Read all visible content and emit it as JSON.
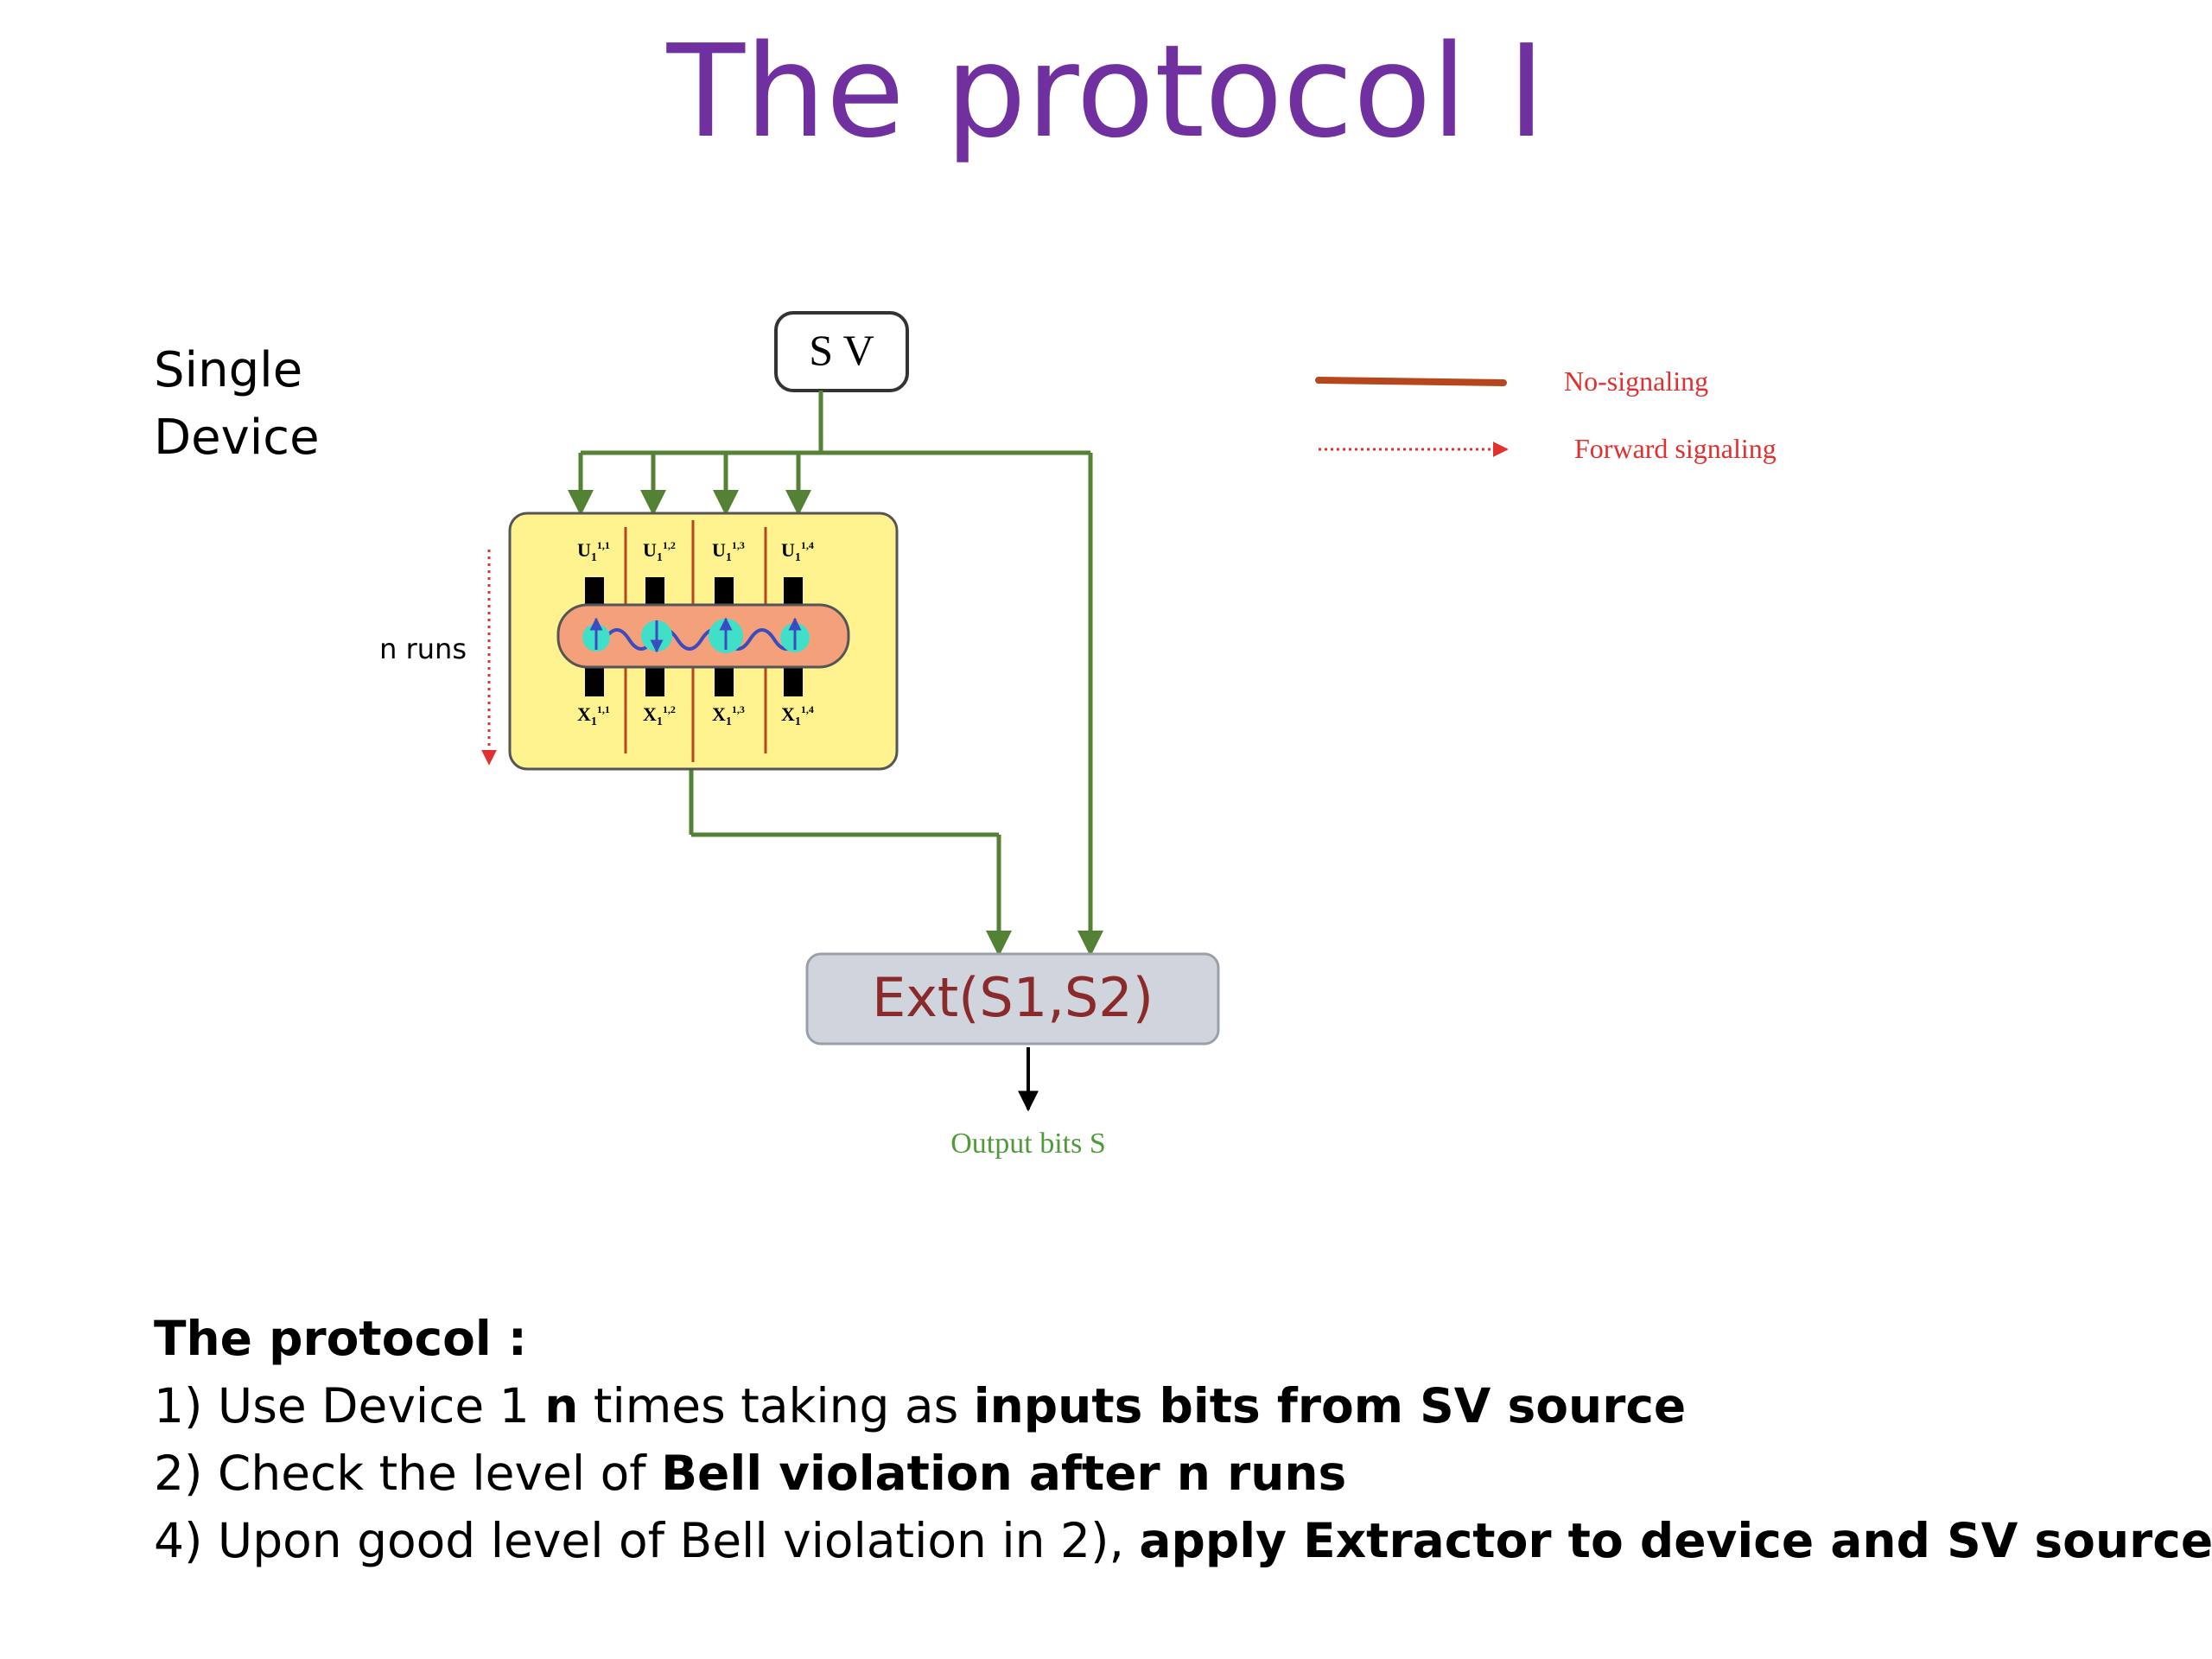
{
  "title": "The protocol I",
  "side_label": {
    "line1": "Single",
    "line2": "Device"
  },
  "diagram": {
    "sv_box": "S V",
    "n_runs": "n runs",
    "inputs": [
      "U",
      "U",
      "U",
      "U"
    ],
    "input_sup": [
      "1,1",
      "1,2",
      "1,3",
      "1,4"
    ],
    "outputs": [
      "X",
      "X",
      "X",
      "X"
    ],
    "output_sup": [
      "1,1",
      "1,2",
      "1,3",
      "1,4"
    ],
    "sub": "1",
    "extractor": "Ext(S1,S2)",
    "output_bits": "Output bits S",
    "legend": {
      "no_signaling": "No-signaling",
      "forward_signaling": "Forward signaling"
    },
    "colors": {
      "title": "#7030a0",
      "arrows": "#548235",
      "device_fill": "#fff38f",
      "core_fill": "#f4a07a",
      "particle": "#40e0c8",
      "extractor_text": "#8b2a2a",
      "legend_text": "#e03030",
      "legend_no_signal": "#b5461e"
    }
  },
  "steps": {
    "heading": "The protocol :",
    "s1_a": "1) Use Device 1 ",
    "s1_b": "n",
    "s1_c": " times taking as ",
    "s1_d": "inputs bits from SV source",
    "s2_a": "2) Check the level of ",
    "s2_b": "Bell violation after n runs",
    "s3_a": "4) Upon good level of Bell violation in 2), ",
    "s3_b": "apply Extractor to device and SV source"
  }
}
